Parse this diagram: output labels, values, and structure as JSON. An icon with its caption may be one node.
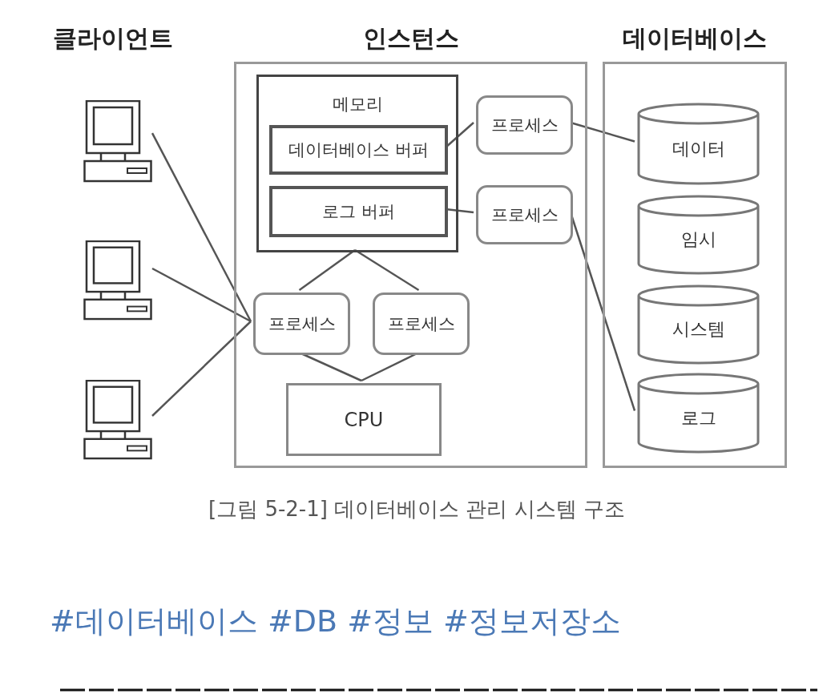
{
  "diagram": {
    "caption": "[그림 5-2-1] 데이터베이스 관리 시스템 구조",
    "nodes": [
      {
        "text": [
          "인스턴스"
        ]
      },
      {
        "text": [
          "메모리"
        ],
        "in": 0
      },
      {
        "text": [
          "데이터베이스 버퍼"
        ],
        "in": 1
      },
      {
        "text": [
          "로그 버퍼"
        ],
        "in": 1
      },
      {
        "text": [
          "프로세스"
        ],
        "in": 0
      },
      {
        "text": [
          "프로세스"
        ],
        "in": 0
      },
      {
        "text": [
          "프로세스"
        ],
        "in": 0
      },
      {
        "text": [
          "프로세스"
        ],
        "in": 0
      },
      {
        "text": [
          "CPU"
        ],
        "in": 0
      },
      {
        "text": [
          "데이터베이스"
        ]
      },
      {
        "text": [
          "데이터"
        ],
        "in": 9
      },
      {
        "text": [
          "임시"
        ],
        "in": 9
      },
      {
        "text": [
          "시스템"
        ],
        "in": 9
      },
      {
        "text": [
          "로그"
        ],
        "in": 9
      },
      {
        "text": [],
        "shape": "computer"
      },
      {
        "text": [],
        "shape": "computer"
      },
      {
        "text": [],
        "shape": "computer"
      }
    ],
    "edges": [
      {
        "from": 14,
        "to": 6,
        "arrow": "none"
      },
      {
        "from": 15,
        "to": 6,
        "arrow": "none"
      },
      {
        "from": 16,
        "to": 6,
        "arrow": "none"
      },
      {
        "from": 2,
        "to": 4,
        "arrow": "none"
      },
      {
        "from": 4,
        "to": 10,
        "arrow": "none"
      },
      {
        "from": 3,
        "to": 5,
        "arrow": "none"
      },
      {
        "from": 5,
        "to": 13,
        "arrow": "none"
      },
      {
        "from": 1,
        "to": 6,
        "arrow": "none"
      },
      {
        "from": 1,
        "to": 7,
        "arrow": "none"
      },
      {
        "from": 6,
        "to": 8,
        "arrow": "none"
      },
      {
        "from": 7,
        "to": 8,
        "arrow": "none"
      }
    ],
    "labels": [
      "클라이언트",
      "#데이터베이스 #DB #정보 #정보저장소"
    ]
  }
}
